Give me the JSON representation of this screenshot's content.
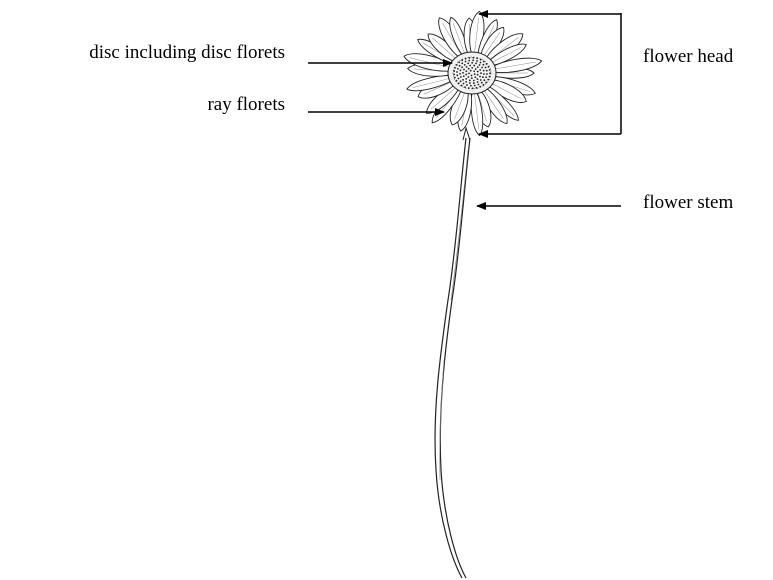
{
  "labels": {
    "disc": "disc including disc florets",
    "ray": "ray florets",
    "head": "flower head",
    "stem": "flower stem"
  },
  "colors": {
    "ink": "#000000",
    "background": "#ffffff",
    "petal_fill": "#ffffff",
    "disc_fill": "#f2f2f2"
  },
  "parts": [
    "flower-head",
    "disc",
    "ray-florets",
    "flower-stem"
  ]
}
